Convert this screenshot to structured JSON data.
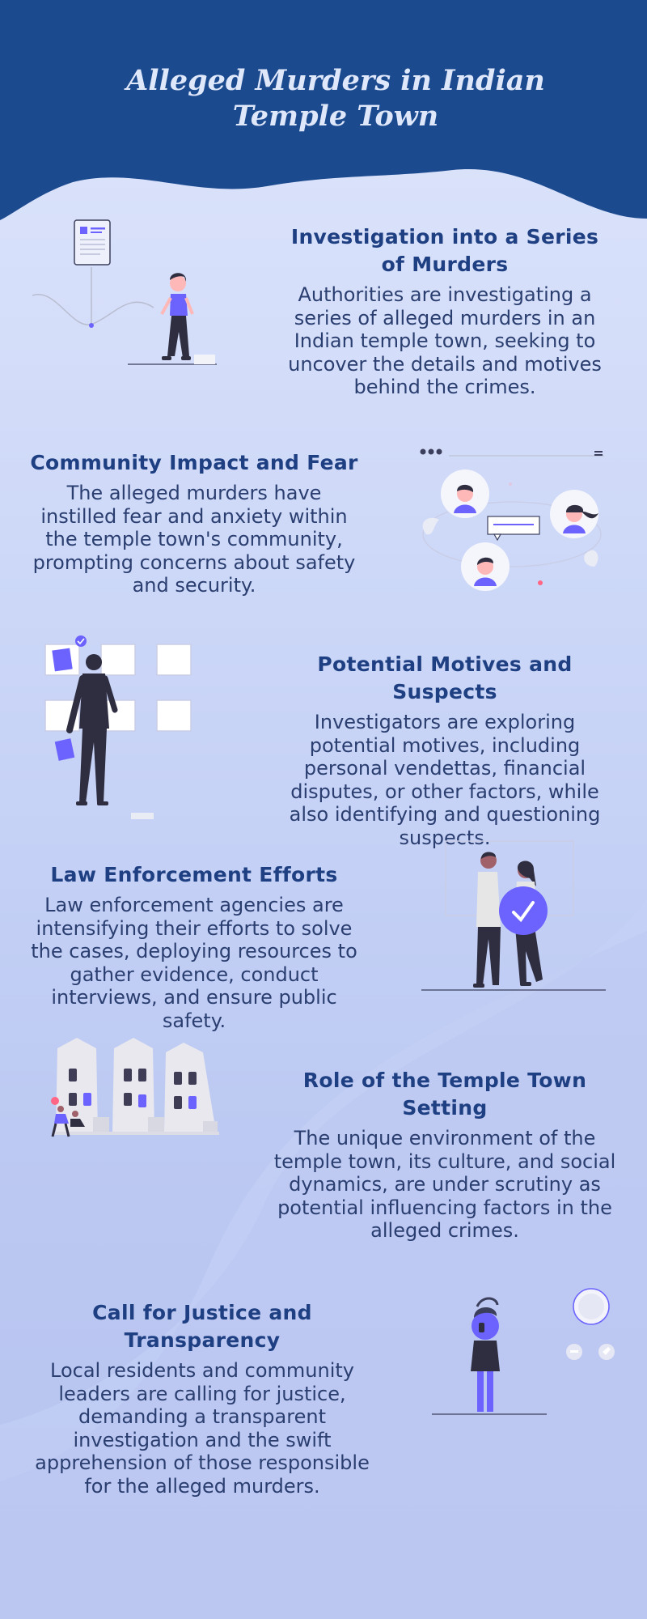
{
  "header": {
    "title": "Alleged Murders in Indian Temple Town"
  },
  "sections": [
    {
      "title": "Investigation into a Series of Murders",
      "body": "Authorities are investigating a series of alleged murders in an Indian temple town, seeking to uncover the details and motives behind the crimes."
    },
    {
      "title": "Community Impact and Fear",
      "body": "The alleged murders have instilled fear and anxiety within the temple town's community, prompting concerns about safety and security."
    },
    {
      "title": "Potential Motives and Suspects",
      "body": "Investigators are exploring potential motives, including personal vendettas, financial disputes, or other factors, while also identifying and questioning suspects."
    },
    {
      "title": "Law Enforcement Efforts",
      "body": "Law enforcement agencies are intensifying their efforts to solve the cases, deploying resources to gather evidence, conduct interviews, and ensure public safety."
    },
    {
      "title": "Role of the Temple Town Setting",
      "body": "The unique environment of the temple town, its culture, and social dynamics, are under scrutiny as potential influencing factors in the alleged crimes."
    },
    {
      "title": "Call for Justice and Transparency",
      "body": "Local residents and community leaders are calling for justice, demanding a transparent investigation and the swift apprehension of those responsible for the alleged murders."
    }
  ],
  "colors": {
    "header": "#1c4a8f",
    "title_text": "#1e3f82",
    "body_text": "#2a3e70",
    "accent": "#6c63ff"
  },
  "illustrations": [
    "document-person-illustration",
    "chat-network-illustration",
    "board-person-illustration",
    "approval-couple-illustration",
    "houses-illustration",
    "phone-call-person-illustration"
  ]
}
